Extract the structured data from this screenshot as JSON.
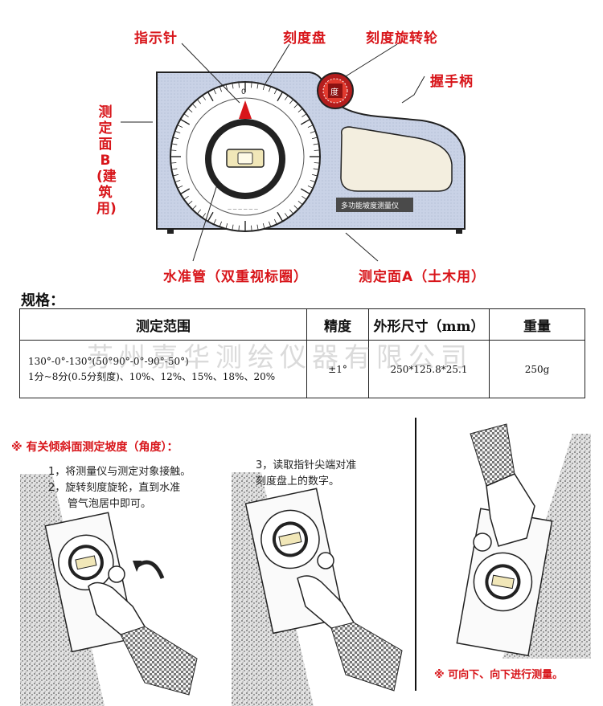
{
  "labels": {
    "pointer": "指示针",
    "dial": "刻度盘",
    "dial_knob": "刻度旋转轮",
    "handle": "握手柄",
    "face_b": "测定面B(建筑用)",
    "level_tube": "水准管（双重视标圈）",
    "face_a": "测定面A（土木用）"
  },
  "device": {
    "plate_text": "多功能坡度测量仪",
    "top_zero": "0",
    "knob_text": "度"
  },
  "spec": {
    "title": "规格：",
    "headers": [
      "测定范围",
      "精度",
      "外形尺寸（mm）",
      "重量"
    ],
    "row": {
      "range_line1": "130°-0°-130°(50°90°-0°-90°-50°)",
      "range_line2": "1分~8分(0.5分刻度)、10%、12%、15%、18%、20%",
      "precision": "±1°",
      "size": "250*125.8*25.1",
      "weight": "250g"
    },
    "watermark": "苏州嘉华测绘仪器有限公司"
  },
  "instructions": {
    "heading": "※ 有关倾斜面测定坡度（角度）：",
    "step1": "1，将测量仪与测定对象接触。",
    "step2a": "2，旋转刻度旋轮，直到水准",
    "step2b": "管气泡居中即可。",
    "step3a": "3，读取指针尖端对准",
    "step3b": "刻度盘上的数字。",
    "footnote": "※ 可向下、向下进行测量。"
  }
}
